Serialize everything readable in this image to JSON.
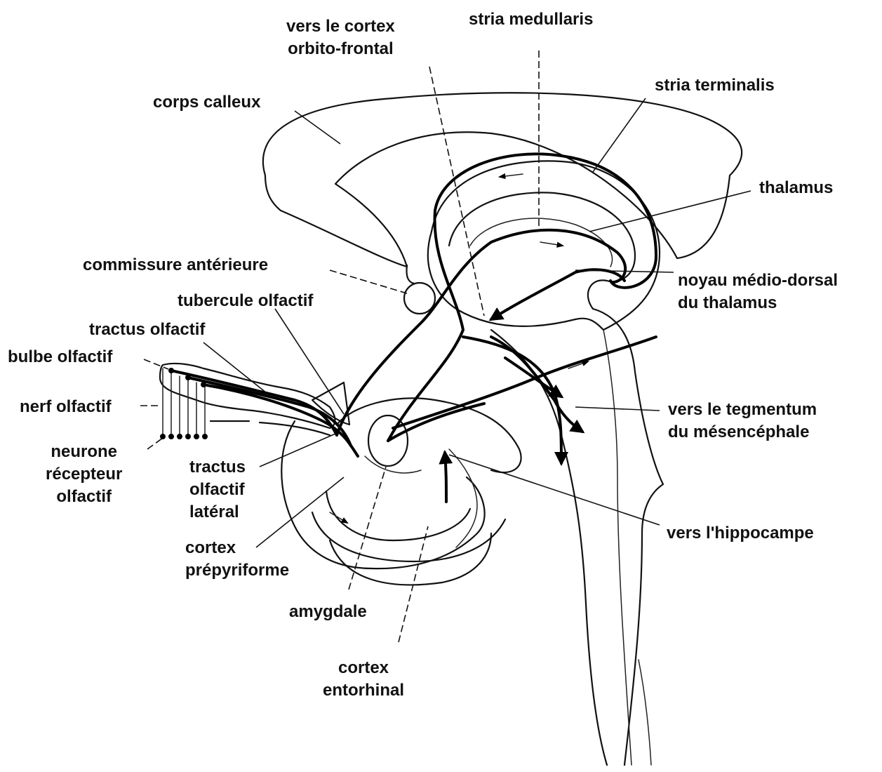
{
  "labels": {
    "orbito_frontal": [
      "vers le cortex",
      "orbito-frontal"
    ],
    "stria_medullaris": "stria medullaris",
    "stria_terminalis": "stria terminalis",
    "corps_calleux": "corps calleux",
    "thalamus": "thalamus",
    "commissure_anterieure": "commissure antérieure",
    "noyau_medio_dorsal": [
      "noyau médio-dorsal",
      "du thalamus"
    ],
    "tubercule_olfactif": "tubercule olfactif",
    "tractus_olfactif": "tractus olfactif",
    "bulbe_olfactif": "bulbe olfactif",
    "nerf_olfactif": "nerf olfactif",
    "neurone_recepteur": [
      "neurone",
      "récepteur",
      "olfactif"
    ],
    "tractus_olfactif_lateral": [
      "tractus",
      "olfactif",
      "latéral"
    ],
    "tegmentum": [
      "vers le tegmentum",
      "du mésencéphale"
    ],
    "hippocampe": "vers l'hippocampe",
    "cortex_prepyriforme": [
      "cortex",
      "prépyriforme"
    ],
    "amygdale": "amygdale",
    "cortex_entorhinal": [
      "cortex",
      "entorhinal"
    ]
  }
}
